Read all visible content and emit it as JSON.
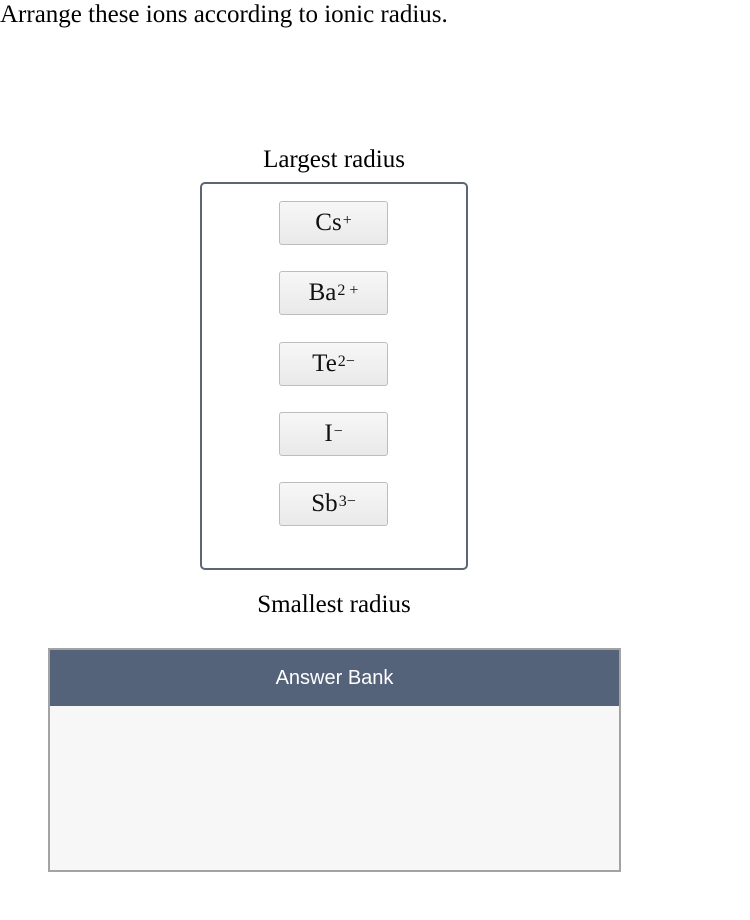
{
  "question": "Arrange these ions according to ionic radius.",
  "ranking": {
    "top_label": "Largest radius",
    "bottom_label": "Smallest radius",
    "items": [
      {
        "symbol": "Cs",
        "charge": "+"
      },
      {
        "symbol": "Ba",
        "charge": "2 +"
      },
      {
        "symbol": "Te",
        "charge": "2−"
      },
      {
        "symbol": "I",
        "charge": "−"
      },
      {
        "symbol": "Sb",
        "charge": "3−"
      }
    ]
  },
  "answer_bank": {
    "title": "Answer Bank"
  },
  "colors": {
    "box_border": "#5c6675",
    "bank_header": "#54627a",
    "bank_body": "#f7f7f7"
  }
}
